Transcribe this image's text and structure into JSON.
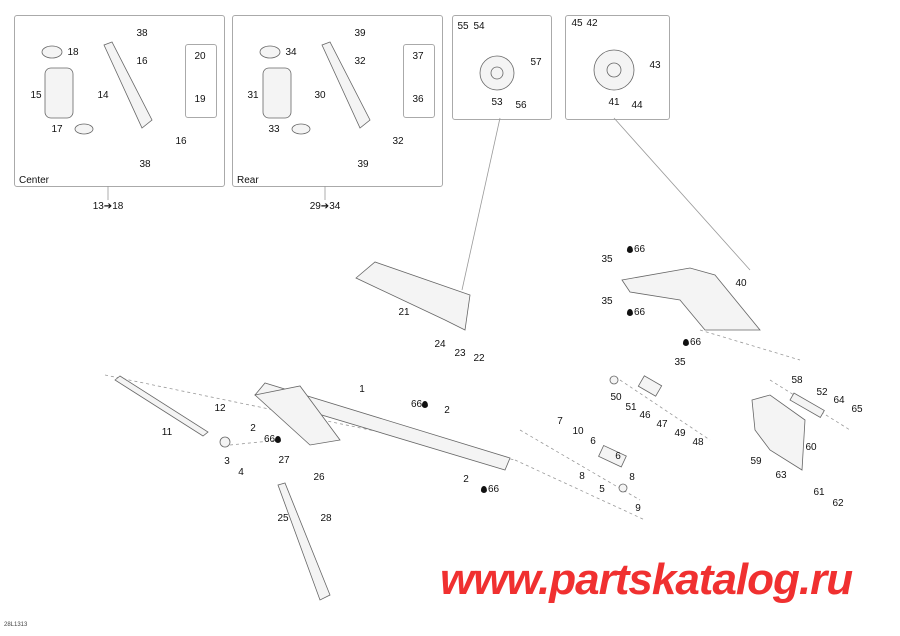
{
  "boxes": {
    "center_caption": "Center",
    "center_ref": "13➔18",
    "rear_caption": "Rear",
    "rear_ref": "29➔34"
  },
  "labels": [
    "38",
    "18",
    "16",
    "20",
    "15",
    "14",
    "19",
    "17",
    "16",
    "38",
    "39",
    "34",
    "32",
    "37",
    "31",
    "30",
    "36",
    "33",
    "32",
    "39",
    "55",
    "54",
    "57",
    "53",
    "56",
    "45",
    "42",
    "43",
    "41",
    "44",
    "66",
    "35",
    "40",
    "35",
    "66",
    "66",
    "35",
    "21",
    "24",
    "23",
    "22",
    "50",
    "51",
    "46",
    "47",
    "49",
    "48",
    "58",
    "52",
    "64",
    "65",
    "1",
    "66",
    "2",
    "12",
    "11",
    "2",
    "66",
    "3",
    "4",
    "27",
    "26",
    "25",
    "28",
    "7",
    "10",
    "6",
    "6",
    "8",
    "8",
    "5",
    "9",
    "2",
    "66",
    "59",
    "63",
    "60",
    "61",
    "62"
  ],
  "watermark": "www.partskatalog.ru",
  "diagram_code": "28L1313",
  "colors": {
    "watermark": "#f03030",
    "line": "#999999"
  }
}
